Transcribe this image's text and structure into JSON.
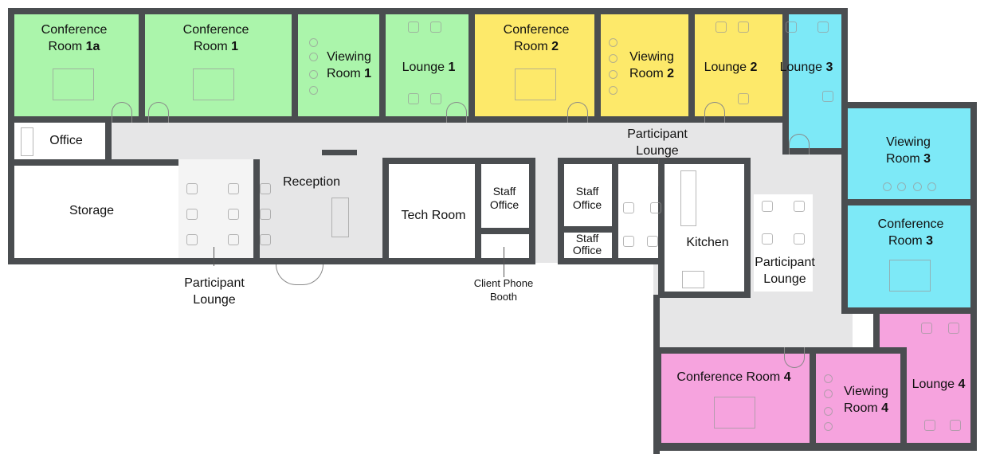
{
  "rooms": {
    "conf1a": {
      "a": "Conference",
      "b": "Room ",
      "n": "1a"
    },
    "conf1": {
      "a": "Conference",
      "b": "Room ",
      "n": "1"
    },
    "view1": {
      "a": "Viewing",
      "b": "Room ",
      "n": "1"
    },
    "lounge1": {
      "b": "Lounge ",
      "n": "1"
    },
    "conf2": {
      "a": "Conference",
      "b": "Room ",
      "n": "2"
    },
    "view2": {
      "a": "Viewing",
      "b": "Room ",
      "n": "2"
    },
    "lounge2": {
      "b": "Lounge ",
      "n": "2"
    },
    "lounge3": {
      "b": "Lounge ",
      "n": "3"
    },
    "view3": {
      "a": "Viewing",
      "b": "Room ",
      "n": "3"
    },
    "conf3": {
      "a": "Conference",
      "b": "Room ",
      "n": "3"
    },
    "conf4": {
      "b": "Conference Room ",
      "n": "4"
    },
    "view4": {
      "a": "Viewing",
      "b": "Room ",
      "n": "4"
    },
    "lounge4": {
      "b": "Lounge ",
      "n": "4"
    },
    "office": "Office",
    "storage": "Storage",
    "reception": "Reception",
    "tech": "Tech Room",
    "kitchen": "Kitchen",
    "staff": "Staff",
    "staff_office": "Office",
    "participant": "Participant",
    "lounge": "Lounge",
    "phone_a": "Client Phone",
    "phone_b": "Booth"
  },
  "colors": {
    "green": "#abf5ab",
    "yellow": "#fde96a",
    "cyan": "#7de9f7",
    "pink": "#f6a3de",
    "wall": "#4a4d50",
    "corridor": "#e6e6e7"
  }
}
